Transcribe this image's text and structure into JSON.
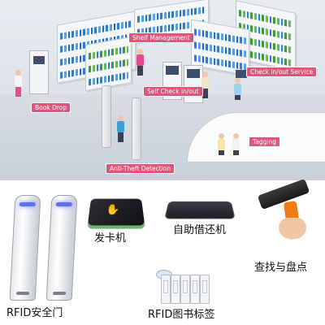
{
  "scene_labels": {
    "shelf_management": "Shelf Management",
    "check_in_out_service": "Check in/out Service",
    "self_check_in_out": "Self Check in/out",
    "book_drop": "Book Drop",
    "tagging": "Tagging",
    "anti_theft_detection": "Anti-Theft Detection"
  },
  "products": {
    "rfid_gate": "RFID安全门",
    "card_issuer": "发卡机",
    "self_service_machine": "自助借还机",
    "find_and_inventory": "查找与盘点",
    "rfid_book_tag": "RFID图书标签"
  },
  "colors": {
    "label_background": "#e0557a",
    "gate_led": "#5b6fff",
    "scanner_grip": "#f07c14"
  }
}
